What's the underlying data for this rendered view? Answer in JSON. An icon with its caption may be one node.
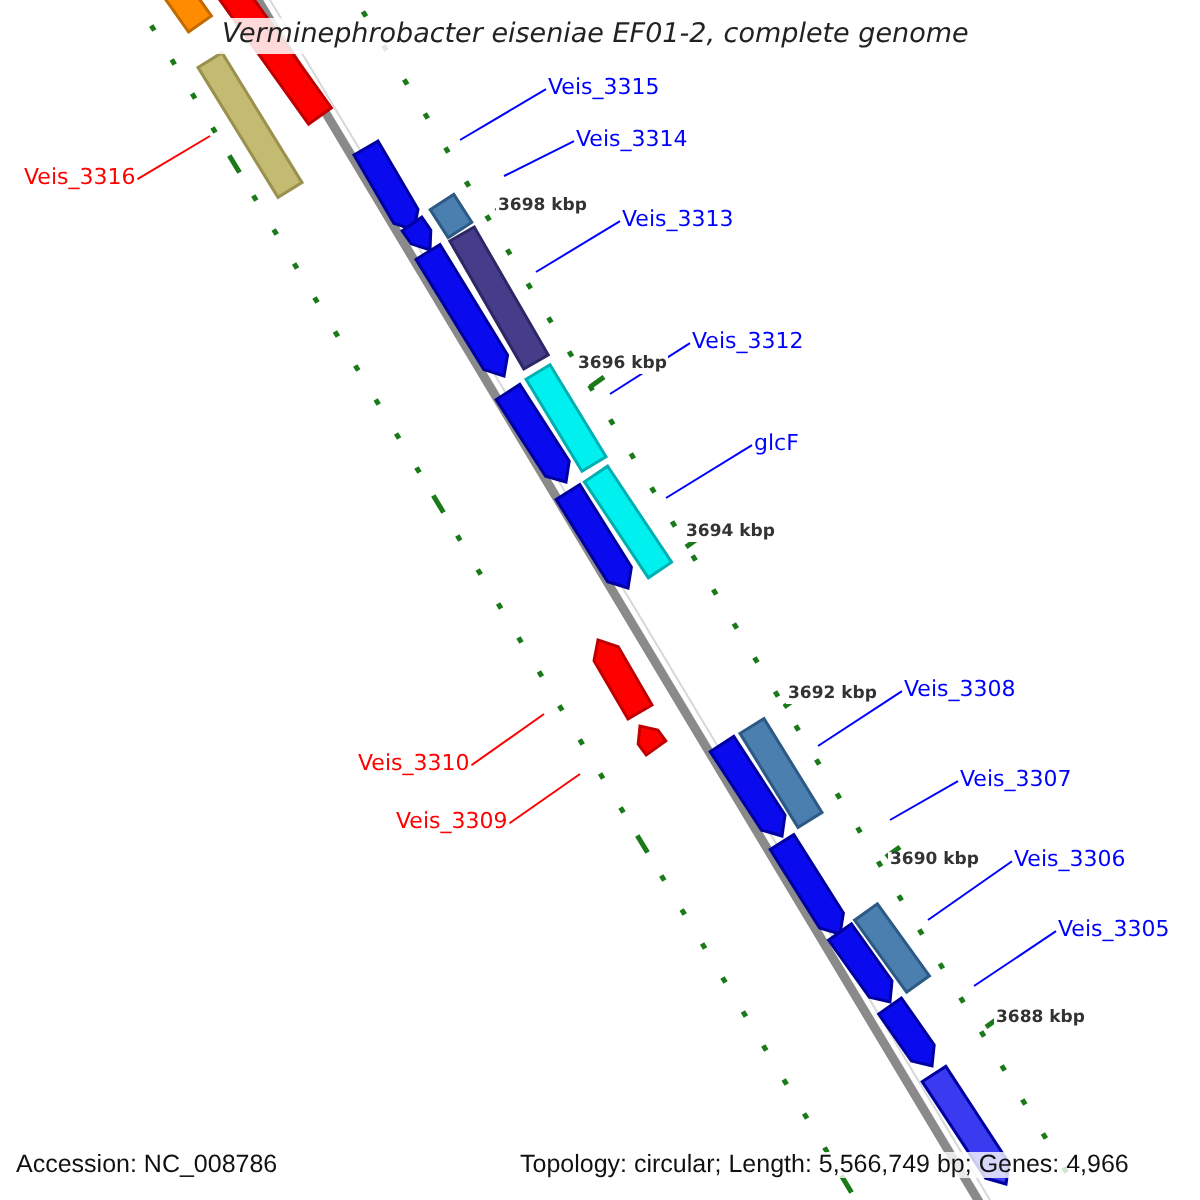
{
  "diagram": {
    "title": "Verminephrobacter eiseniae EF01-2, complete genome",
    "nodes": [
      {
        "text": [
          "Veis_3315"
        ]
      },
      {
        "text": [
          "Veis_3314"
        ]
      },
      {
        "text": [
          "Veis_3316"
        ]
      },
      {
        "text": [
          "Veis_3313"
        ]
      },
      {
        "text": [
          "Veis_3312"
        ]
      },
      {
        "text": [
          "glcF"
        ]
      },
      {
        "text": [
          "Veis_3308"
        ]
      },
      {
        "text": [
          "Veis_3310"
        ]
      },
      {
        "text": [
          "Veis_3307"
        ]
      },
      {
        "text": [
          "Veis_3309"
        ]
      },
      {
        "text": [
          "Veis_3306"
        ]
      },
      {
        "text": [
          "Veis_3305"
        ]
      }
    ],
    "edges": [
      {
        "from": 0,
        "to": null,
        "arrow": "none"
      },
      {
        "from": 1,
        "to": null,
        "arrow": "none"
      },
      {
        "from": 2,
        "to": null,
        "arrow": "none",
        "color": "#ff0000"
      },
      {
        "from": 3,
        "to": null,
        "arrow": "none"
      },
      {
        "from": 4,
        "to": null,
        "arrow": "none"
      },
      {
        "from": 5,
        "to": null,
        "arrow": "none"
      },
      {
        "from": 6,
        "to": null,
        "arrow": "none"
      },
      {
        "from": 7,
        "to": null,
        "arrow": "none",
        "color": "#ff0000"
      },
      {
        "from": 8,
        "to": null,
        "arrow": "none"
      },
      {
        "from": 9,
        "to": null,
        "arrow": "none",
        "color": "#ff0000"
      },
      {
        "from": 10,
        "to": null,
        "arrow": "none"
      },
      {
        "from": 11,
        "to": null,
        "arrow": "none"
      }
    ],
    "labels": [
      "3698 kbp",
      "3696 kbp",
      "3694 kbp",
      "3692 kbp",
      "3690 kbp",
      "3688 kbp",
      "Accession: NC_008786",
      "Topology: circular; Length: 5,566,749 bp; Genes: 4,966"
    ]
  }
}
